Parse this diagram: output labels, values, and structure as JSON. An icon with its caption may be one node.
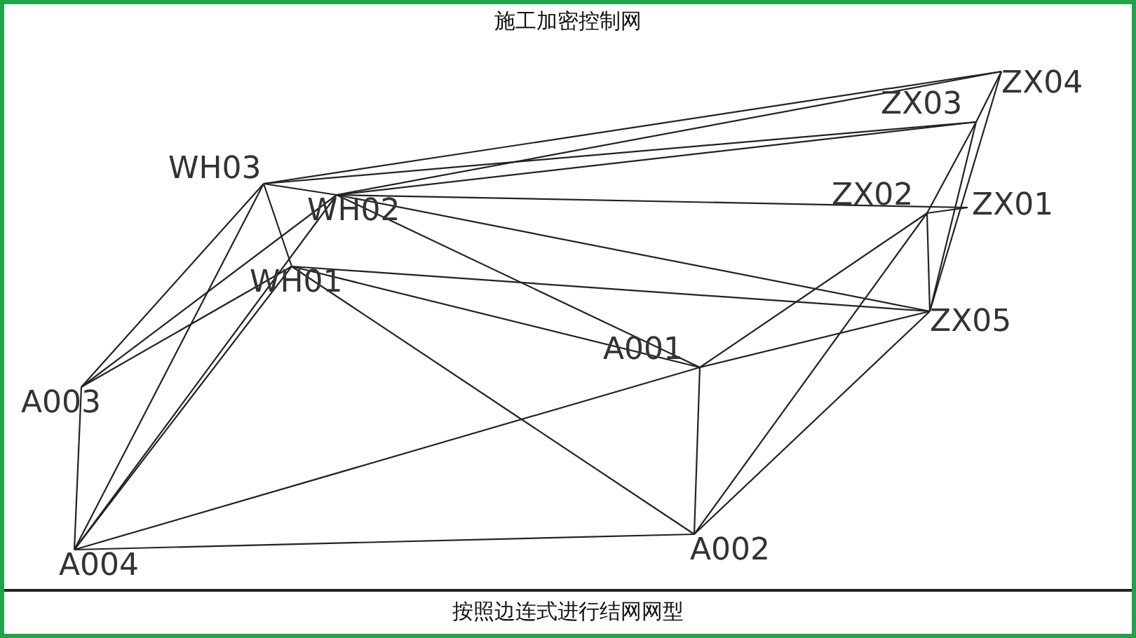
{
  "diagram": {
    "title": "施工加密控制网",
    "caption": "按照边连式进行结网网型",
    "nodes": [
      {
        "text": [
          "WH03"
        ]
      },
      {
        "text": [
          "WH02"
        ]
      },
      {
        "text": [
          "WH01"
        ]
      },
      {
        "text": [
          "A003"
        ]
      },
      {
        "text": [
          "A004"
        ]
      },
      {
        "text": [
          "A001"
        ]
      },
      {
        "text": [
          "A002"
        ]
      },
      {
        "text": [
          "ZX05"
        ]
      },
      {
        "text": [
          "ZX02"
        ]
      },
      {
        "text": [
          "ZX01"
        ]
      },
      {
        "text": [
          "ZX03"
        ]
      },
      {
        "text": [
          "ZX04"
        ]
      }
    ],
    "edges": [
      {
        "from": 0,
        "to": 11,
        "arrow": "none"
      },
      {
        "from": 0,
        "to": 10,
        "arrow": "none"
      },
      {
        "from": 0,
        "to": 1,
        "arrow": "none"
      },
      {
        "from": 0,
        "to": 2,
        "arrow": "none"
      },
      {
        "from": 0,
        "to": 3,
        "arrow": "none"
      },
      {
        "from": 0,
        "to": 4,
        "arrow": "none"
      },
      {
        "from": 1,
        "to": 11,
        "arrow": "none"
      },
      {
        "from": 1,
        "to": 10,
        "arrow": "none"
      },
      {
        "from": 1,
        "to": 9,
        "arrow": "none"
      },
      {
        "from": 1,
        "to": 7,
        "arrow": "none"
      },
      {
        "from": 1,
        "to": 5,
        "arrow": "none"
      },
      {
        "from": 1,
        "to": 3,
        "arrow": "none"
      },
      {
        "from": 1,
        "to": 4,
        "arrow": "none"
      },
      {
        "from": 2,
        "to": 7,
        "arrow": "none"
      },
      {
        "from": 2,
        "to": 5,
        "arrow": "none"
      },
      {
        "from": 2,
        "to": 6,
        "arrow": "none"
      },
      {
        "from": 2,
        "to": 3,
        "arrow": "none"
      },
      {
        "from": 2,
        "to": 4,
        "arrow": "none"
      },
      {
        "from": 3,
        "to": 4,
        "arrow": "none"
      },
      {
        "from": 4,
        "to": 6,
        "arrow": "none"
      },
      {
        "from": 4,
        "to": 5,
        "arrow": "none"
      },
      {
        "from": 5,
        "to": 7,
        "arrow": "none"
      },
      {
        "from": 5,
        "to": 6,
        "arrow": "none"
      },
      {
        "from": 5,
        "to": 8,
        "arrow": "none"
      },
      {
        "from": 6,
        "to": 8,
        "arrow": "none"
      },
      {
        "from": 6,
        "to": 7,
        "arrow": "none"
      },
      {
        "from": 8,
        "to": 7,
        "arrow": "none"
      },
      {
        "from": 8,
        "to": 10,
        "arrow": "none"
      },
      {
        "from": 8,
        "to": 9,
        "arrow": "none"
      },
      {
        "from": 7,
        "to": 10,
        "arrow": "none"
      },
      {
        "from": 7,
        "to": 11,
        "arrow": "none"
      },
      {
        "from": 10,
        "to": 11,
        "arrow": "none"
      }
    ]
  }
}
